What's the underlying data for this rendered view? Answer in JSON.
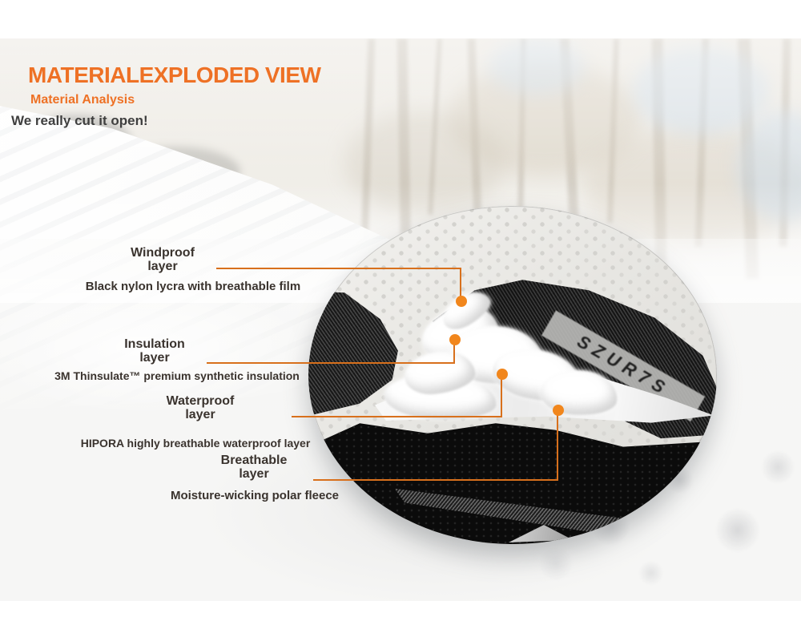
{
  "header": {
    "title": "MATERIALEXPLODED VIEW",
    "subtitle": "Material Analysis",
    "tagline": "We really cut it open!"
  },
  "colors": {
    "accent_orange": "#EE7125",
    "leader_line": "#D8701C",
    "dot": "#F1861C",
    "label_text": "#3A332E"
  },
  "layers": [
    {
      "id": "windproof",
      "title_line1": "Windproof",
      "title_line2": "layer",
      "description": "Black nylon lycra with breathable film"
    },
    {
      "id": "insulation",
      "title_line1": "Insulation",
      "title_line2": "layer",
      "description": "3M Thinsulate™ premium synthetic insulation"
    },
    {
      "id": "waterproof",
      "title_line1": "Waterproof",
      "title_line2": "layer",
      "description": "HIPORA highly breathable waterproof layer"
    },
    {
      "id": "breathable",
      "title_line1": "Breathable",
      "title_line2": "layer",
      "description": "Moisture-wicking polar fleece"
    }
  ],
  "inset": {
    "fabric_logo": "SZUR7S"
  }
}
